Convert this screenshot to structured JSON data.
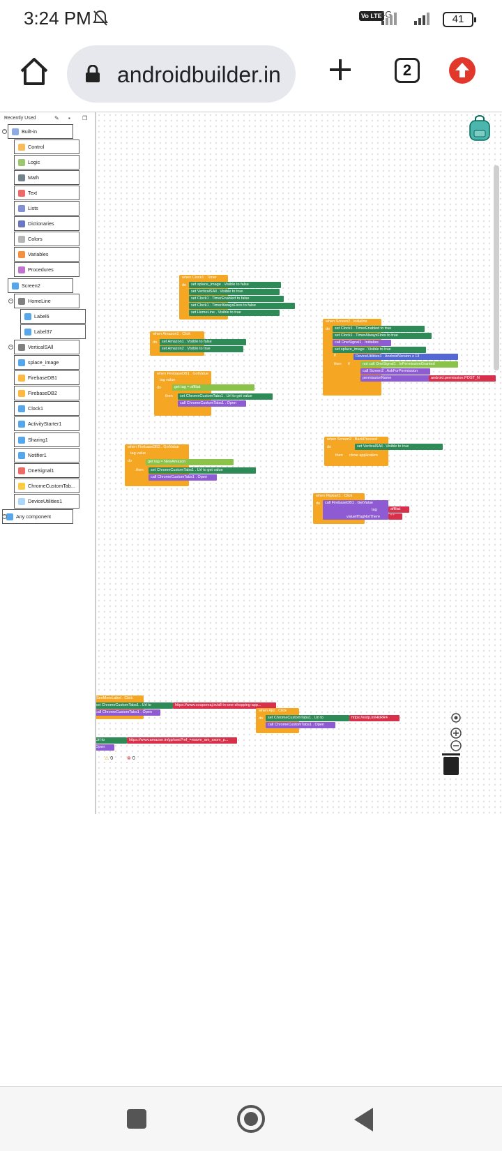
{
  "status_bar": {
    "time": "3:24 PM",
    "volte": "Vo LTE",
    "network": "4G",
    "battery": "41",
    "icons": [
      "bell-off-icon",
      "signal-icon",
      "signal-icon",
      "battery-icon"
    ]
  },
  "browser": {
    "url": "androidbuilder.in",
    "tab_count": "2",
    "icons": [
      "home-icon",
      "lock-icon",
      "plus-icon",
      "tab-switcher-icon",
      "update-arrow-icon"
    ]
  },
  "palette": {
    "header_label": "Recently Used",
    "items": [
      {
        "label": "Built-in",
        "color": "#6b8fd8"
      },
      {
        "label": "Control",
        "color": "#f5a623"
      },
      {
        "label": "Logic",
        "color": "#7cb342"
      },
      {
        "label": "Math",
        "color": "#455a64"
      },
      {
        "label": "Text",
        "color": "#e53935"
      },
      {
        "label": "Lists",
        "color": "#5c6bc0"
      },
      {
        "label": "Dictionaries",
        "color": "#3949ab"
      },
      {
        "label": "Colors",
        "color": "#9e9e9e"
      },
      {
        "label": "Variables",
        "color": "#ef6c00"
      },
      {
        "label": "Procedures",
        "color": "#ab47bc"
      },
      {
        "label": "Screen2",
        "color": "#1e88e5"
      },
      {
        "label": "HomeLine",
        "color": "#555555"
      },
      {
        "label": "Label6",
        "color": "#1e88e5"
      },
      {
        "label": "Label37",
        "color": "#1e88e5"
      },
      {
        "label": "VerticalSAll",
        "color": "#555555"
      },
      {
        "label": "splace_image",
        "color": "#1e88e5"
      },
      {
        "label": "FirebaseDB1",
        "color": "#ffa000"
      },
      {
        "label": "FirebaseDB2",
        "color": "#ffa000"
      },
      {
        "label": "Clock1",
        "color": "#1e88e5"
      },
      {
        "label": "ActivityStarter1",
        "color": "#1e88e5"
      },
      {
        "label": "Sharing1",
        "color": "#1e88e5"
      },
      {
        "label": "Notifier1",
        "color": "#1e88e5"
      },
      {
        "label": "OneSignal1",
        "color": "#e53935"
      },
      {
        "label": "ChromeCustomTab...",
        "color": "#fbbc05"
      },
      {
        "label": "DeviceUtilities1",
        "color": "#90caf9"
      },
      {
        "label": "Any component",
        "color": "#1e88e5"
      }
    ]
  },
  "blocks": {
    "clock_timer": {
      "head": "when Clock1 . Timer",
      "rows": [
        "set splace_image . Visible to false",
        "set VerticalSAll . Visible to true",
        "set Clock1 . TimerEnabled to false",
        "set Clock1 . TimerAlwaysFires to false",
        "set HomeLine . Visible to true"
      ]
    },
    "amazon_click": {
      "head": "when Amazon1 . Click",
      "rows": [
        "set Amazon1 . Visible to false",
        "set Amazon2 . Visible to true"
      ]
    },
    "screen_init": {
      "head": "when Screen2 . Initialize",
      "rows": [
        "set Clock1 . TimerEnabled to true",
        "set Clock1 . TimerAlwaysFires to true",
        "call OneSignal1 . Initialize",
        "set splace_image . Visible to true",
        "DeviceUtilities1 . AndroidVersion ≥ 13",
        "not call OneSignal1 . IsPermissionGranted",
        "call Screen2 . AskForPermission",
        "permissionName",
        "android.permission.POST_N"
      ]
    },
    "firebase1": {
      "head": "when FirebaseDB1 . GotValue",
      "params": "tag value",
      "rows": [
        "get tag = affiliat",
        "set ChromeCustomTabs1 . Url to get value",
        "call ChromeCustomTabs1 . Open"
      ]
    },
    "back_pressed": {
      "head": "when Screen2 . BackPressed",
      "rows": [
        "set VerticalSAll . Visible to true",
        "close application"
      ]
    },
    "firebase2": {
      "head": "when FirebaseDB2 . GotValue",
      "params": "tag value",
      "rows": [
        "get tag = NewAmazon",
        "set ChromeCustomTabs1 . Url to get value",
        "call ChromeCustomTabs1 . Open"
      ]
    },
    "flipkart": {
      "head": "when Flipkart1 . Click",
      "rows": [
        "call FirebaseDB1 . GetValue",
        "tag",
        "affiliat",
        "valueIfTagNotThere",
        "\" \""
      ]
    },
    "seemore": {
      "head": "SeeMoreLabel . Click",
      "rows": [
        "set ChromeCustomTabs1 . Url to",
        "https://www.couponraj.in/all-in-one-shopping-app...",
        "call ChromeCustomTabs1 . Open"
      ]
    },
    "ajio": {
      "head": "when Ajio . Click",
      "rows": [
        "set ChromeCustomTabs1 . Url to",
        "https://extp.in/HkRR4",
        "call ChromeCustomTabs1 . Open"
      ]
    },
    "amazon_url": {
      "rows": [
        "Url to",
        "https://www.amazon.in/gp/swa?ref_=mavm_am_ssom_p...",
        "Open"
      ]
    }
  },
  "warnings": {
    "warn_count": "0",
    "error_count": "0"
  }
}
